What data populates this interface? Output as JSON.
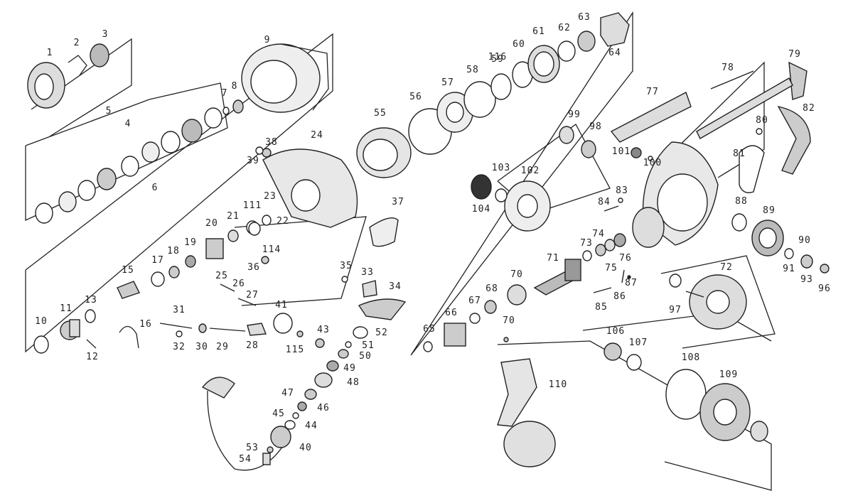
{
  "diagram": {
    "labels": [
      "1",
      "2",
      "3",
      "4",
      "5",
      "6",
      "7",
      "8",
      "9",
      "10",
      "11",
      "12",
      "13",
      "15",
      "16",
      "17",
      "18",
      "19",
      "20",
      "21",
      "22",
      "23",
      "24",
      "25",
      "26",
      "27",
      "28",
      "29",
      "30",
      "31",
      "32",
      "33",
      "34",
      "35",
      "36",
      "37",
      "38",
      "39",
      "40",
      "41",
      "43",
      "44",
      "45",
      "46",
      "47",
      "48",
      "49",
      "50",
      "51",
      "52",
      "53",
      "54",
      "55",
      "56",
      "57",
      "58",
      "59",
      "60",
      "61",
      "62",
      "63",
      "64",
      "65",
      "66",
      "67",
      "68",
      "70",
      "70",
      "71",
      "72",
      "73",
      "74",
      "75",
      "76",
      "77",
      "78",
      "79",
      "80",
      "81",
      "82",
      "83",
      "84",
      "85",
      "86",
      "87",
      "88",
      "89",
      "90",
      "91",
      "93",
      "96",
      "97",
      "98",
      "99",
      "100",
      "101",
      "102",
      "103",
      "104",
      "106",
      "107",
      "108",
      "109",
      "110",
      "111",
      "114",
      "115",
      "116"
    ]
  }
}
